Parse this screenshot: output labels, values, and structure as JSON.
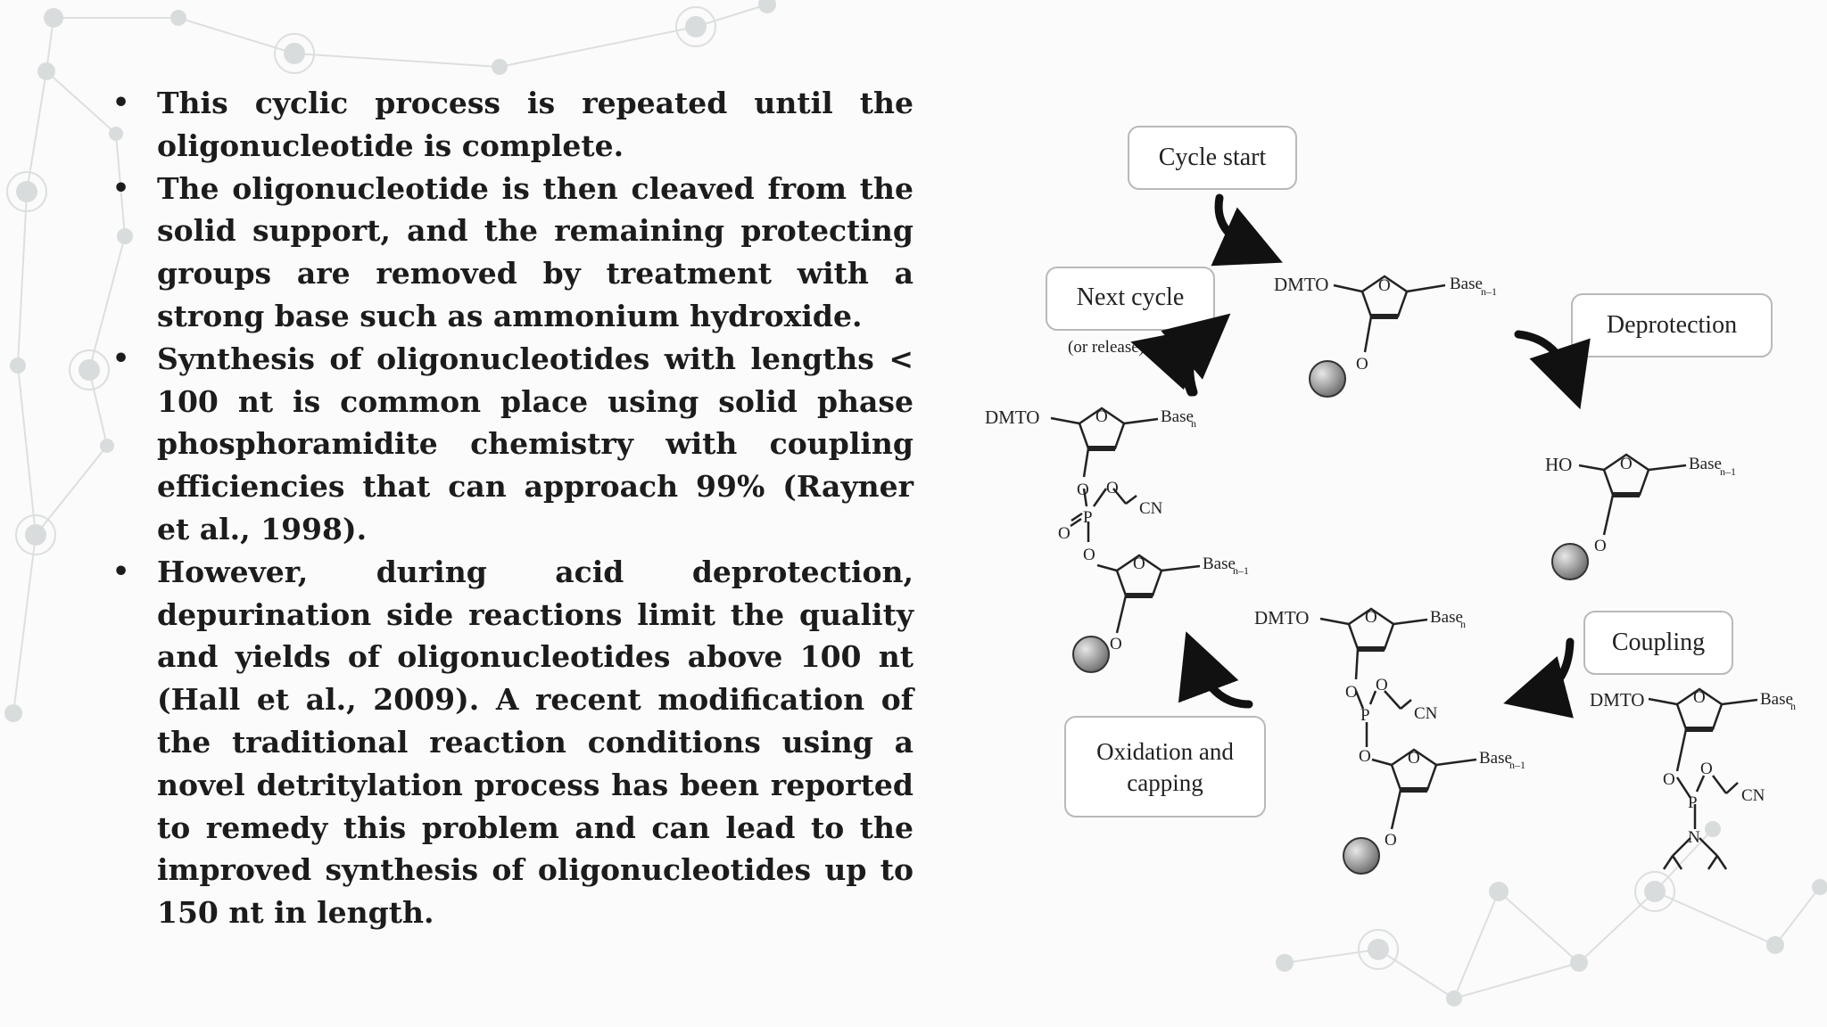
{
  "bullets": [
    "This cyclic process is repeated until the oligonucleotide is complete.",
    "The oligonucleotide is then cleaved from the solid support, and the remaining protecting groups are removed by treatment with a strong base such as ammonium hydroxide.",
    "Synthesis of oligonucleotides with lengths < 100 nt is common place using solid phase phosphoramidite chemistry with coupling efficiencies that can approach 99% (Rayner et al., 1998).",
    "However, during acid deprotection, depurination side reactions limit the quality and yields of oligonucleotides above 100 nt (Hall et al., 2009). A recent modification of the traditional reaction conditions using a novel detritylation process has been reported to remedy this problem and can lead to the improved synthesis of oligonucleotides up to 150 nt in length."
  ],
  "figure": {
    "steps": {
      "cycle_start": "Cycle start",
      "deprotection": "Deprotection",
      "coupling": "Coupling",
      "oxidation_line1": "Oxidation and",
      "oxidation_line2": "capping",
      "next_cycle": "Next cycle",
      "or_release": "(or release)"
    },
    "chem": {
      "dmto": "DMTO",
      "ho": "HO",
      "base": "Base",
      "sub_n1": "n–1",
      "sub_n": "n",
      "o": "O",
      "p": "P",
      "n": "N",
      "cn": "CN"
    }
  }
}
